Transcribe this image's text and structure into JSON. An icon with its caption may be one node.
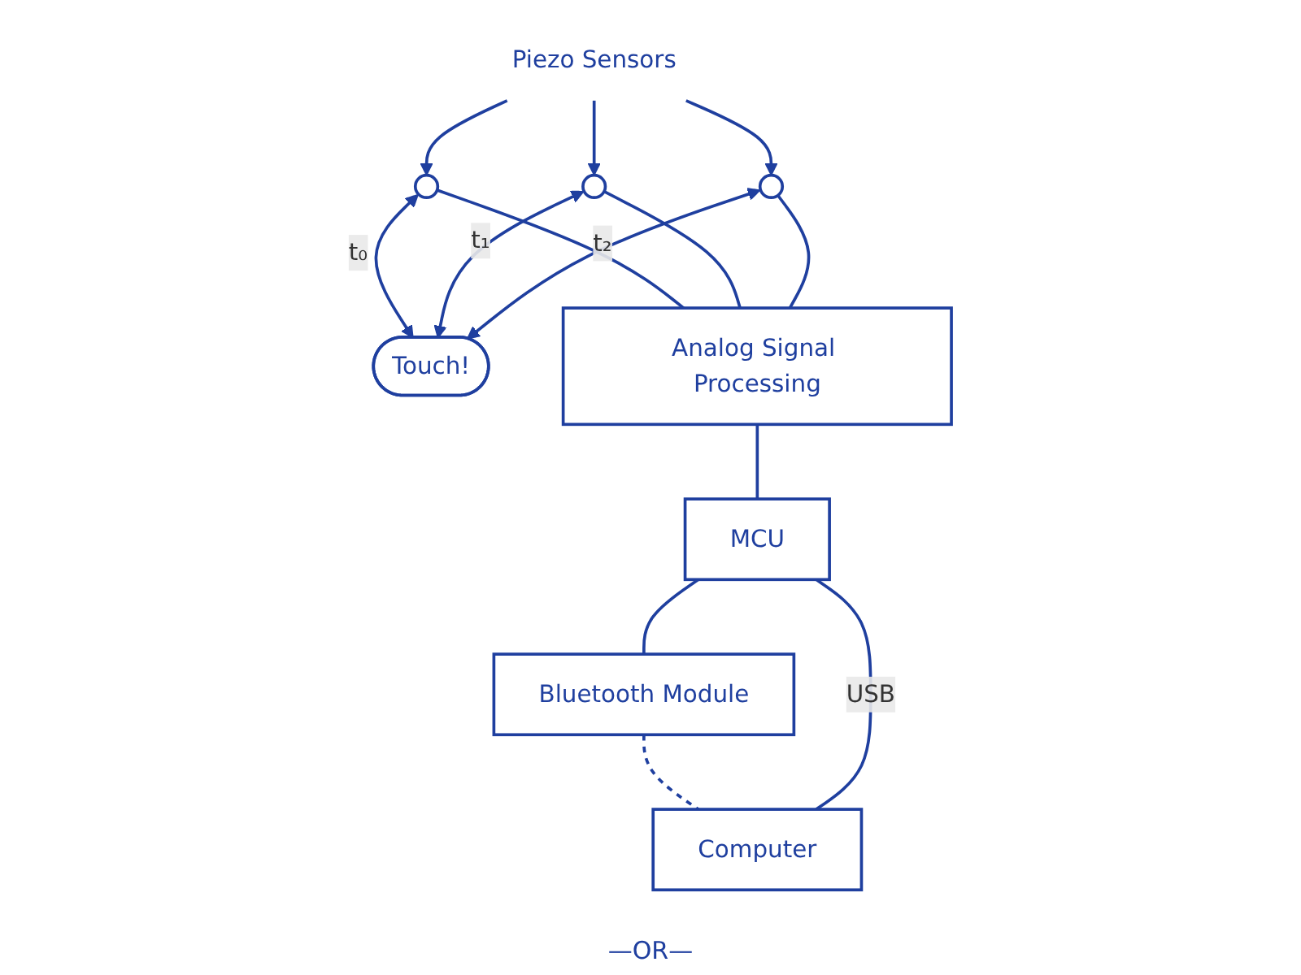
{
  "diagram": {
    "nodes": [
      {
        "text": [],
        "shape": "circle"
      },
      {
        "text": [
          "Touch!"
        ]
      },
      {
        "text": [],
        "shape": "circle"
      },
      {
        "text": [],
        "shape": "circle"
      },
      {
        "text": [
          "Piezo Sensors"
        ]
      },
      {
        "text": [
          "Analog Signal Processing"
        ]
      },
      {
        "text": [
          "MCU"
        ]
      },
      {
        "text": [
          "Bluetooth Module"
        ]
      },
      {
        "text": [
          "Computer"
        ]
      }
    ],
    "edges": [
      {
        "from": 0,
        "to": 1,
        "arrow": "both",
        "label": "t₀"
      },
      {
        "from": 2,
        "to": 1,
        "arrow": "both",
        "label": "t₁"
      },
      {
        "from": 3,
        "to": 1,
        "arrow": "both",
        "label": "t₂"
      },
      {
        "from": 4,
        "to": 0,
        "arrow": "to"
      },
      {
        "from": 4,
        "to": 2,
        "arrow": "to"
      },
      {
        "from": 4,
        "to": 3,
        "arrow": "to"
      },
      {
        "from": 0,
        "to": 5,
        "arrow": "none"
      },
      {
        "from": 2,
        "to": 5,
        "arrow": "none"
      },
      {
        "from": 3,
        "to": 5,
        "arrow": "none"
      },
      {
        "from": 5,
        "to": 6,
        "arrow": "none"
      },
      {
        "from": 6,
        "to": 7,
        "arrow": "none"
      },
      {
        "from": 7,
        "to": 8,
        "arrow": "none",
        "style": "dashed"
      },
      {
        "from": 6,
        "to": 8,
        "arrow": "none",
        "label": "USB"
      }
    ],
    "labels": [
      "—OR—"
    ]
  }
}
